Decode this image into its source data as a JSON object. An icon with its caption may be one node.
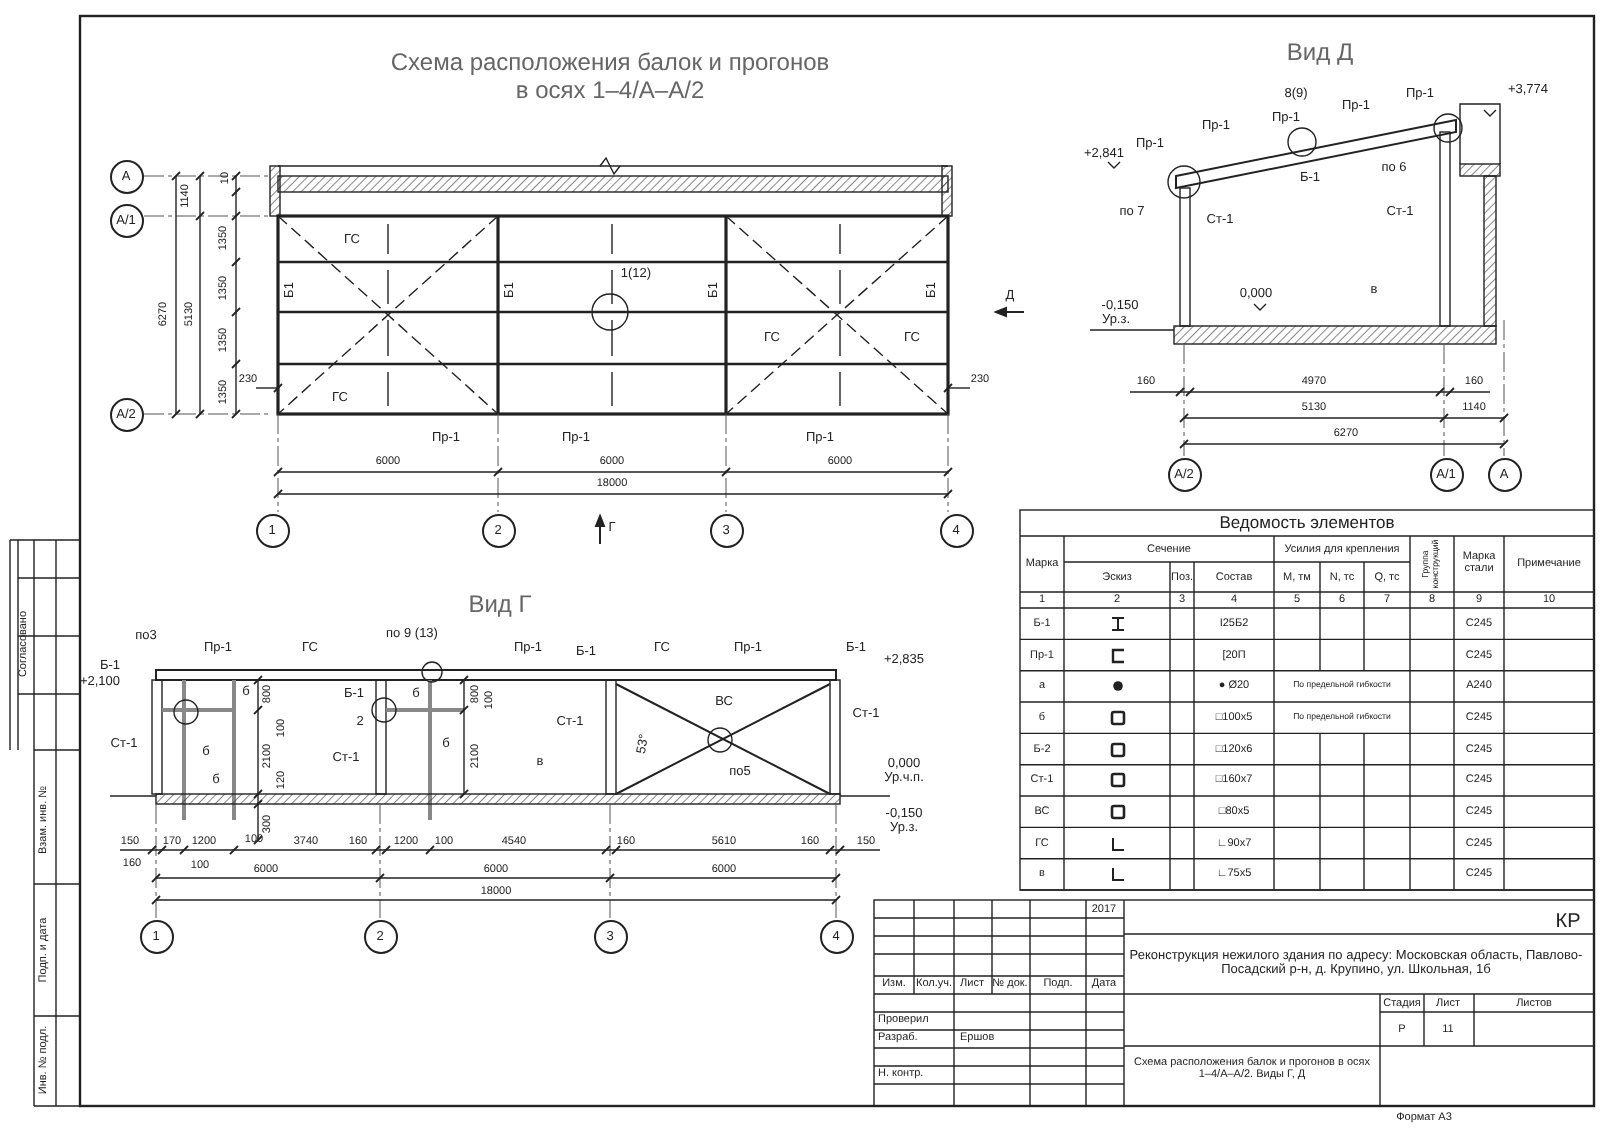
{
  "diagram": {
    "nodes": [
      {
        "text": [
          "А"
        ]
      },
      {
        "text": [
          "А/1"
        ]
      },
      {
        "text": [
          "А/2"
        ]
      },
      {
        "text": [
          "1"
        ]
      },
      {
        "text": [
          "2"
        ]
      },
      {
        "text": [
          "3"
        ]
      },
      {
        "text": [
          "4"
        ]
      },
      {
        "text": [
          "А/2"
        ]
      },
      {
        "text": [
          "А/1"
        ]
      },
      {
        "text": [
          "А"
        ]
      },
      {
        "text": [
          "1"
        ]
      },
      {
        "text": [
          "2"
        ]
      },
      {
        "text": [
          "3"
        ]
      },
      {
        "text": [
          "4"
        ]
      }
    ],
    "labels": [
      "Схема расположения балок и прогонов в осях 1–4/А–А/2",
      "1140",
      "10",
      "6270",
      "5130",
      "1350",
      "1350",
      "1350",
      "1350",
      "230",
      "ГС",
      "1(12)",
      "Б1",
      "Б1",
      "Б1",
      "Б1",
      "Д",
      "ГС",
      "ГС",
      "ГС",
      "230",
      "Пр-1",
      "Пр-1",
      "Пр-1",
      "6000",
      "6000",
      "6000",
      "18000",
      "Г",
      "Вид Д",
      "8(9)",
      "Пр-1",
      "+3,774",
      "Пр-1",
      "Пр-1",
      "Пр-1",
      "Пр-1",
      "+2,841",
      "по 6",
      "Б-1",
      "по 7",
      "Ст-1",
      "Ст-1",
      "в",
      "0,000",
      "-0,150",
      "Ур.з.",
      "160",
      "4970",
      "160",
      "5130",
      "1140",
      "6270",
      "Вид Г",
      "по3",
      "по 9 (13)",
      "Пр-1",
      "ГС",
      "Пр-1",
      "Б-1",
      "ГС",
      "Пр-1",
      "Б-1",
      "+2,835",
      "Б-1",
      "+2,100",
      "б",
      "Б-1",
      "б",
      "ВС",
      "Ст-1",
      "Ст-1",
      "2",
      "53°",
      "б",
      "б",
      "Ст-1",
      "Ст-1",
      "по5",
      "в",
      "б",
      "0,000",
      "Ур.ч.п.",
      "-0,150",
      "Ур.з.",
      "800",
      "100",
      "2100",
      "120",
      "300",
      "800",
      "100",
      "2100",
      "150",
      "170",
      "1200",
      "100",
      "3740",
      "160",
      "1200",
      "100",
      "4540",
      "160",
      "5610",
      "160",
      "150",
      "160",
      "100",
      "6000",
      "6000",
      "6000",
      "18000",
      "Ведомость элементов",
      "Марка",
      "Сечение",
      "Усилия для крепления",
      "Группа конструкций",
      "Марка стали",
      "Примечание",
      "Эскиз",
      "Поз.",
      "Состав",
      "М, тм",
      "N, тс",
      "Q, тс",
      "1",
      "2",
      "3",
      "4",
      "5",
      "6",
      "7",
      "8",
      "9",
      "10",
      "Б-1",
      "I25Б2",
      "С245",
      "Пр-1",
      "[20П",
      "С245",
      "а",
      "● Ø20",
      "По предельной гибкости",
      "А240",
      "б",
      "□100х5",
      "По предельной гибкости",
      "С245",
      "Б-2",
      "□120х6",
      "С245",
      "Ст-1",
      "□160х7",
      "С245",
      "ВС",
      "□80х5",
      "С245",
      "ГС",
      "∟90х7",
      "С245",
      "в",
      "∟75х5",
      "С245",
      "2017",
      "КР",
      "Реконструкция нежилого здания по адресу: Московская область, Павлово-Посадский р-н, д. Крупино, ул. Школьная, 1б",
      "Изм.",
      "Кол.уч.",
      "Лист",
      "№ док.",
      "Подп.",
      "Дата",
      "Стадия",
      "Лист",
      "Листов",
      "Проверил",
      "Р",
      "11",
      "Разраб.",
      "Ершов",
      "Схема расположения балок и прогонов в осях 1–4/А–А/2. Виды Г, Д",
      "Н. контр.",
      "Формат А3",
      "Согласовано",
      "Взам. инв. №",
      "Подп. и дата",
      "Инв. № подл."
    ]
  }
}
